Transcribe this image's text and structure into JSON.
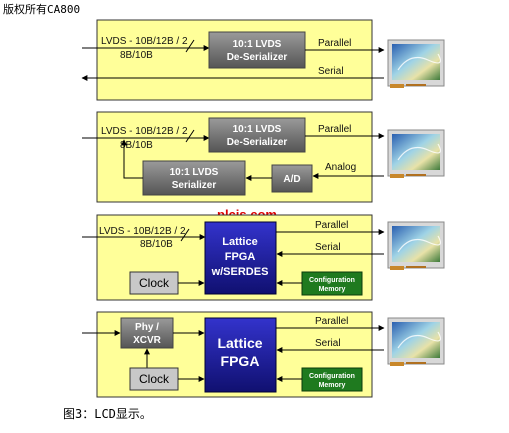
{
  "header": {
    "copyright": "版权所有CA800"
  },
  "watermark": "plcjs.com",
  "caption": "图3：LCD显示。",
  "panel1": {
    "lvds": "LVDS - 10B/12B / 2",
    "enc": "8B/10B",
    "block_line1": "10:1 LVDS",
    "block_line2": "De-Serializer",
    "parallel": "Parallel",
    "serial": "Serial"
  },
  "panel2": {
    "lvds": "LVDS - 10B/12B / 2",
    "enc": "8B/10B",
    "deser_line1": "10:1 LVDS",
    "deser_line2": "De-Serializer",
    "ser_line1": "10:1 LVDS",
    "ser_line2": "Serializer",
    "ad": "A/D",
    "parallel": "Parallel",
    "analog": "Analog"
  },
  "panel3": {
    "lvds": "LVDS - 10B/12B / 2",
    "enc": "8B/10B",
    "fpga_line1": "Lattice",
    "fpga_line2": "FPGA",
    "fpga_line3": "w/SERDES",
    "clock": "Clock",
    "config_line1": "Configuration",
    "config_line2": "Memory",
    "parallel": "Parallel",
    "serial": "Serial"
  },
  "panel4": {
    "phy_line1": "Phy /",
    "phy_line2": "XCVR",
    "clock": "Clock",
    "fpga_line1": "Lattice",
    "fpga_line2": "FPGA",
    "config_line1": "Configuration",
    "config_line2": "Memory",
    "parallel": "Parallel",
    "serial": "Serial"
  },
  "colors": {
    "panel_fill": "#ffff99",
    "gray_block": "#6f6f6f",
    "fpga_blue": "#1a1a99",
    "config_green": "#1f7a1f",
    "clock_gray": "#c8c8c8"
  }
}
